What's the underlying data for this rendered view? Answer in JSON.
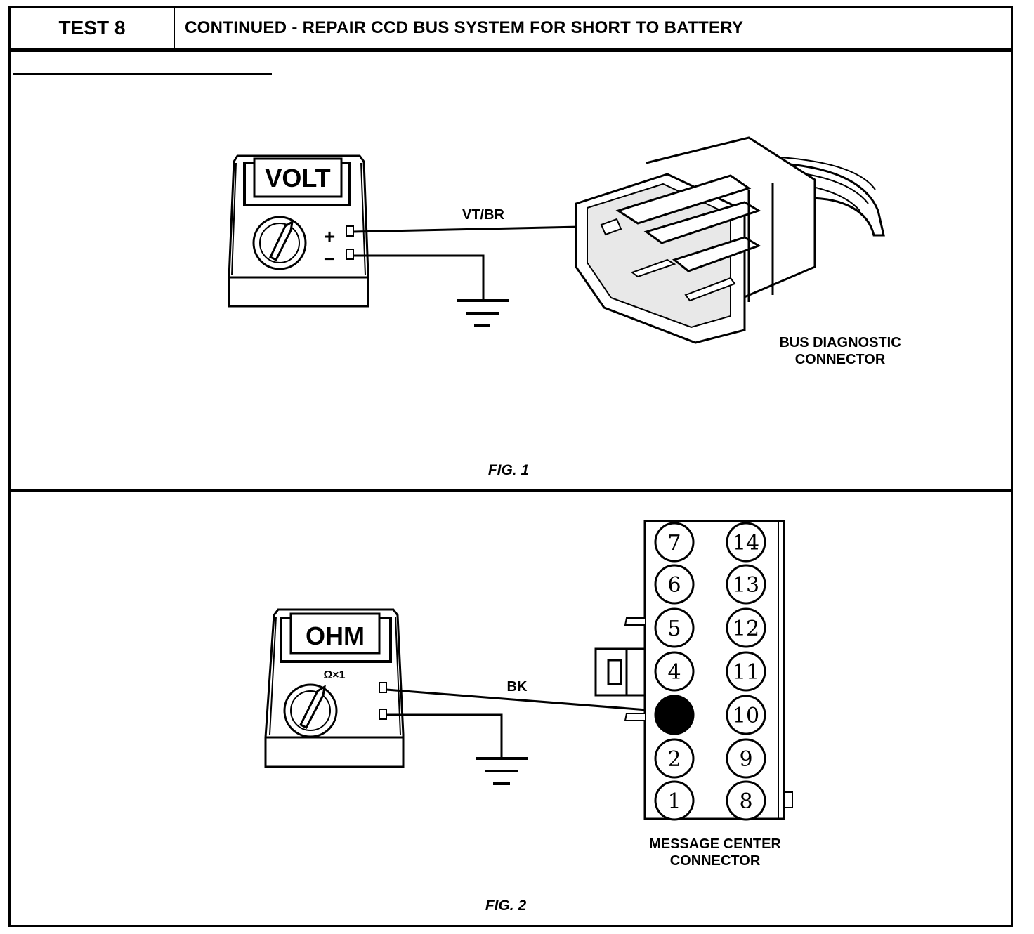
{
  "header": {
    "test_label": "TEST 8",
    "title": "CONTINUED - REPAIR CCD BUS SYSTEM FOR SHORT TO BATTERY"
  },
  "fig1": {
    "meter_display": "VOLT",
    "plus_sign": "+",
    "minus_sign": "−",
    "wire_label": "VT/BR",
    "connector_label_line1": "BUS DIAGNOSTIC",
    "connector_label_line2": "CONNECTOR",
    "caption": "FIG. 1"
  },
  "fig2": {
    "meter_display": "OHM",
    "range_label": "Ω×1",
    "wire_label": "BK",
    "pins_left": [
      "7",
      "6",
      "5",
      "4",
      "",
      "2",
      "1"
    ],
    "pins_right": [
      "14",
      "13",
      "12",
      "11",
      "10",
      "9",
      "8"
    ],
    "connector_label_line1": "MESSAGE CENTER",
    "connector_label_line2": "CONNECTOR",
    "caption": "FIG. 2"
  }
}
